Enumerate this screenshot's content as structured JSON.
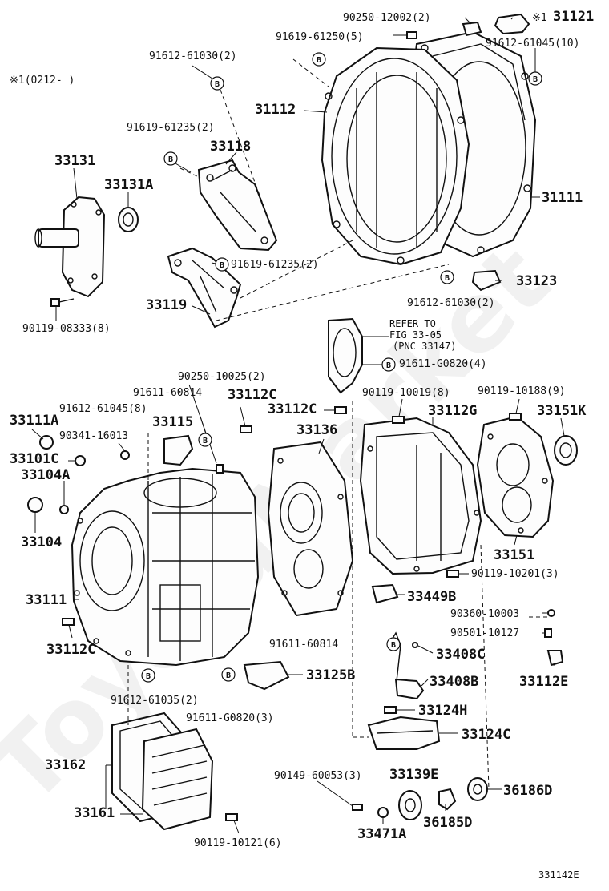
{
  "labels": {
    "p90250_12002": "90250-12002(2)",
    "star1_top": "※1",
    "p31121": "31121",
    "p91619_61250": "91619-61250(5)",
    "p91612_61045_top": "91612-61045(10)",
    "p91612_61030_top": "91612-61030(2)",
    "star_note": "※1(0212-      )",
    "p31112": "31112",
    "p91619_61235_a": "91619-61235(2)",
    "p33118": "33118",
    "p33131": "33131",
    "p33131a": "33131A",
    "p31111_right": "31111",
    "p91619_61235_b": "91619-61235(2)",
    "p33123": "33123",
    "p91612_61030_b": "91612-61030(2)",
    "p33119": "33119",
    "p90119_08333": "90119-08333(8)",
    "ref1": "REFER TO",
    "ref2": "FIG 33-05",
    "ref3": "(PNC 33147)",
    "p91611_g0820_4": "91611-G0820(4)",
    "p90250_10025": "90250-10025(2)",
    "p91611_60814_a": "91611-60814",
    "p33112c_a": "33112C",
    "p91612_61045_8": "91612-61045(8)",
    "p33115": "33115",
    "p33112c_b": "33112C",
    "p90119_10019": "90119-10019(8)",
    "p90119_10188": "90119-10188(9)",
    "p33111a": "33111A",
    "p90341_16013": "90341-16013",
    "p33136": "33136",
    "p33112g": "33112G",
    "p33151k": "33151K",
    "p33101c": "33101C",
    "p33104a": "33104A",
    "p33104": "33104",
    "p33151": "33151",
    "p90119_10201": "90119-10201(3)",
    "p33111_left": "33111",
    "p33449b": "33449B",
    "p90360_10003": "90360-10003",
    "p33112c_c": "33112C",
    "p91611_60814_b": "91611-60814",
    "p90501_10127": "90501-10127",
    "p33408c": "33408C",
    "p33112e": "33112E",
    "p33125b": "33125B",
    "p33408b": "33408B",
    "p91612_61035": "91612-61035(2)",
    "p91611_g0820_3": "91611-G0820(3)",
    "p33124h": "33124H",
    "p33124c": "33124C",
    "p33162": "33162",
    "p90149_60053": "90149-60053(3)",
    "p33139e": "33139E",
    "p36186d": "36186D",
    "p33161": "33161",
    "p36185d": "36185D",
    "p90119_10121": "90119-10121(6)",
    "p33471a": "33471A",
    "figure_code": "331142E",
    "b_mark": "B"
  },
  "watermark": "ToyotaMarket"
}
